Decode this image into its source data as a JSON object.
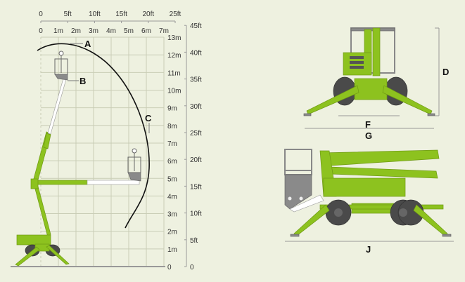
{
  "top_ft_axis": [
    "0",
    "5ft",
    "10ft",
    "15ft",
    "20ft",
    "25ft"
  ],
  "top_m_axis": [
    "0",
    "1m",
    "2m",
    "3m",
    "4m",
    "5m",
    "6m",
    "7m"
  ],
  "right_m_axis": [
    "0",
    "1m",
    "2m",
    "3m",
    "4m",
    "5m",
    "6m",
    "7m",
    "8m",
    "9m",
    "10m",
    "11m",
    "12m",
    "13m"
  ],
  "right_ft_axis": [
    "0",
    "5ft",
    "10ft",
    "15ft",
    "20ft",
    "25ft",
    "30ft",
    "35ft",
    "40ft",
    "45ft"
  ],
  "annotations": {
    "a": "A",
    "b": "B",
    "c": "C",
    "d": "D",
    "f": "F",
    "g": "G",
    "j": "J"
  },
  "colors": {
    "background": "#eef1e0",
    "machine_green": "#8dc21f",
    "basket_gray": "#8a8a8a",
    "tire": "#4a4a4a"
  }
}
